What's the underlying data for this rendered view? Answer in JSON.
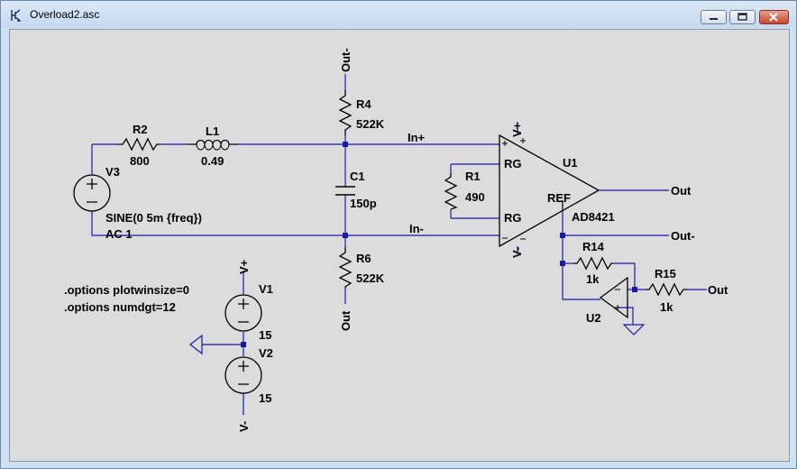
{
  "window": {
    "title": "Overload2.asc"
  },
  "components": {
    "r2": {
      "ref": "R2",
      "value": "800"
    },
    "l1": {
      "ref": "L1",
      "value": "0.49"
    },
    "v3": {
      "ref": "V3",
      "value": "SINE(0 5m {freq})",
      "ac": "AC 1"
    },
    "r4": {
      "ref": "R4",
      "value": "522K"
    },
    "c1": {
      "ref": "C1",
      "value": "150p"
    },
    "r6": {
      "ref": "R6",
      "value": "522K"
    },
    "r1": {
      "ref": "R1",
      "value": "490"
    },
    "u1": {
      "ref": "U1",
      "model": "AD8421",
      "pin_rg": "RG",
      "pin_ref": "REF",
      "pin_vplus": "V+",
      "pin_vminus": "V-"
    },
    "r14": {
      "ref": "R14",
      "value": "1k"
    },
    "r15": {
      "ref": "R15",
      "value": "1k"
    },
    "u2": {
      "ref": "U2"
    },
    "v1": {
      "ref": "V1",
      "value": "15"
    },
    "v2": {
      "ref": "V2",
      "value": "15"
    }
  },
  "nets": {
    "out_minus": "Out-",
    "out": "Out",
    "in_plus": "In+",
    "in_minus": "In-",
    "vplus": "V+",
    "vminus": "V-"
  },
  "directives": [
    ".options plotwinsize=0",
    ".options numdgt=12"
  ]
}
